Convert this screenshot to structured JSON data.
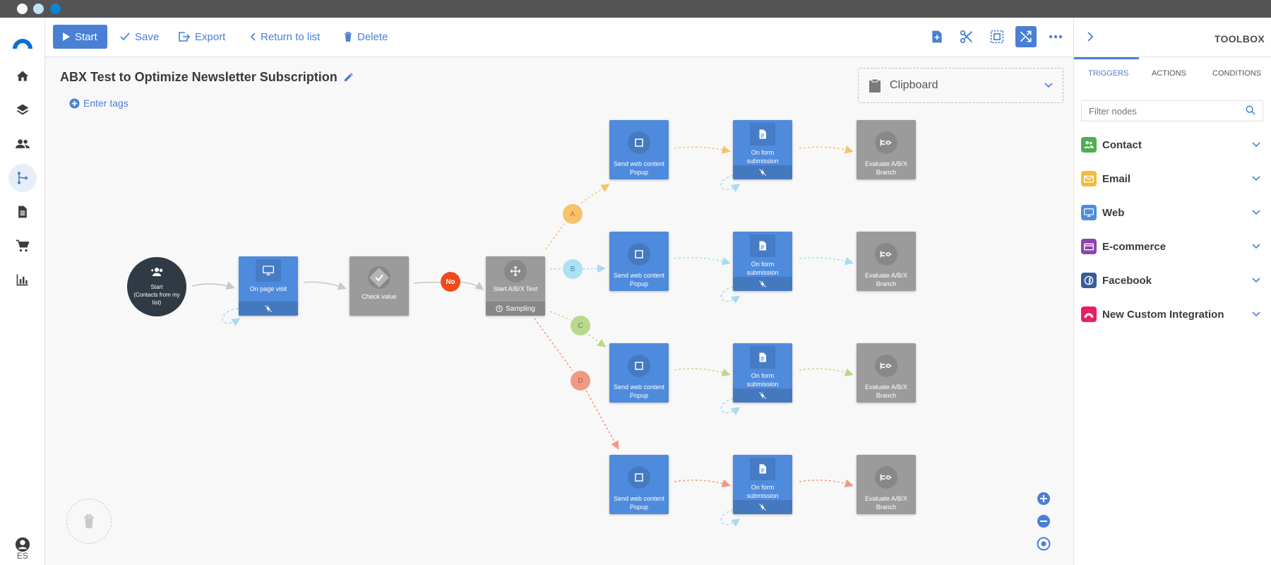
{
  "window": {
    "dots": [
      {
        "color": "#ffffff"
      },
      {
        "color": "#bfe1f5"
      },
      {
        "color": "#0a84d8"
      }
    ]
  },
  "nav": {
    "items": [
      {
        "name": "home-icon"
      },
      {
        "name": "layers-icon"
      },
      {
        "name": "contacts-icon"
      },
      {
        "name": "workflows-icon",
        "active": true
      },
      {
        "name": "document-icon"
      },
      {
        "name": "cart-icon"
      },
      {
        "name": "analytics-icon"
      }
    ],
    "language": "ES",
    "accent": "#4a7fd6"
  },
  "toolbar": {
    "start_label": "Start",
    "save_label": "Save",
    "export_label": "Export",
    "return_label": "Return to list",
    "delete_label": "Delete",
    "right_icons": [
      "add-node-icon",
      "cut-icon",
      "select-area-icon",
      "shuffle-icon",
      "more-icon"
    ]
  },
  "canvas": {
    "title": "ABX Test to Optimize Newsletter Subscription",
    "tags_label": "Enter tags",
    "clipboard_label": "Clipboard"
  },
  "flow": {
    "start_node": {
      "title": "Start",
      "subtitle": "(Contacts from my list)"
    },
    "page_visit": {
      "label": "On page visit"
    },
    "check_value": {
      "label": "Check value"
    },
    "no_label": "No",
    "abx_node": {
      "label": "Start A/B/X Test",
      "footer": "Sampling"
    },
    "branches": [
      {
        "letter": "A",
        "color": "#f8c26a"
      },
      {
        "letter": "B",
        "color": "#aee0f3"
      },
      {
        "letter": "C",
        "color": "#b8d98c"
      },
      {
        "letter": "D",
        "color": "#f19a83"
      }
    ],
    "send_label": "Send web content Popup",
    "form_label": "On form submission",
    "evaluate_label": "Evaluate A/B/X Branch"
  },
  "toolbox": {
    "title": "TOOLBOX",
    "tabs": [
      "TRIGGERS",
      "ACTIONS",
      "CONDITIONS"
    ],
    "active_tab": 0,
    "search_placeholder": "Filter nodes",
    "categories": [
      {
        "label": "Contact",
        "icon": "contact-icon",
        "color": "#4caf50"
      },
      {
        "label": "Email",
        "icon": "email-icon",
        "color": "#f5b93c"
      },
      {
        "label": "Web",
        "icon": "web-icon",
        "color": "#4a8fdc"
      },
      {
        "label": "E-commerce",
        "icon": "ecommerce-icon",
        "color": "#8e44ad"
      },
      {
        "label": "Facebook",
        "icon": "facebook-icon",
        "color": "#3b5b9a"
      },
      {
        "label": "New Custom Integration",
        "icon": "integration-icon",
        "color": "#e91e63"
      }
    ]
  }
}
